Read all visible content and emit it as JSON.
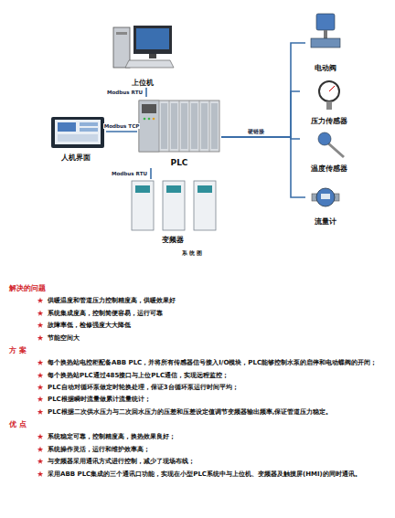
{
  "diagram": {
    "caption": "系 统 图",
    "nodes": [
      {
        "text": [
          "上位机"
        ]
      },
      {
        "text": [
          "人机界面"
        ]
      },
      {
        "text": [
          "PLC"
        ]
      },
      {
        "text": [
          "变频器"
        ]
      },
      {
        "text": [
          "电动阀"
        ]
      },
      {
        "text": [
          "压力传感器"
        ]
      },
      {
        "text": [
          "温度传感器"
        ]
      },
      {
        "text": [
          "流量计"
        ]
      }
    ],
    "edges": [
      {
        "from": 0,
        "to": 2,
        "label": "Modbus RTU",
        "arrow": "none"
      },
      {
        "from": 1,
        "to": 2,
        "label": "Modbus TCP",
        "arrow": "none"
      },
      {
        "from": 2,
        "to": 3,
        "label": "Modbus RTU",
        "arrow": "none"
      },
      {
        "from": 2,
        "to": 4,
        "label": "硬链接",
        "arrow": "none"
      },
      {
        "from": 2,
        "to": 5,
        "arrow": "none"
      },
      {
        "from": 2,
        "to": 6,
        "arrow": "none"
      },
      {
        "from": 2,
        "to": 7,
        "arrow": "none"
      }
    ],
    "labels": [
      "解决的问题",
      "供暖温度和管道压力控制精度高，供暖效果好",
      "系统集成度高，控制简便容易，运行可靠",
      "故障率低，检修强度大大降低",
      "节能空间大",
      "方 案",
      "每个换热站电控柜配备ABB PLC，并将所有传感器信号接入I/O模块，PLC能够控制水泵的启停和电动蝶阀的开闭；",
      "每个换热站PLC通过485接口与上位PLC通信，实现远程监控；",
      "PLC自动对循环泵做定时轮换处理，保证3台循环泵运行时间平均；",
      "PLC根据瞬时流量做累计流量统计；",
      "PLC根据二次供水压力与二次回水压力的压差和压差设定值调节变频器输出频率,保证管道压力稳定。",
      "优 点",
      "系统稳定可靠，控制精度高，换热效果良好；",
      "系统操作灵活，运行和维护效率高；",
      "与变频器采用通讯方式进行控制，减少了现场布线；",
      "采用ABB PLC集成的三个通讯口功能，实现在小型PLC系统中与上位机、变频器及触摸屏(HMI)的同时通讯。"
    ]
  }
}
